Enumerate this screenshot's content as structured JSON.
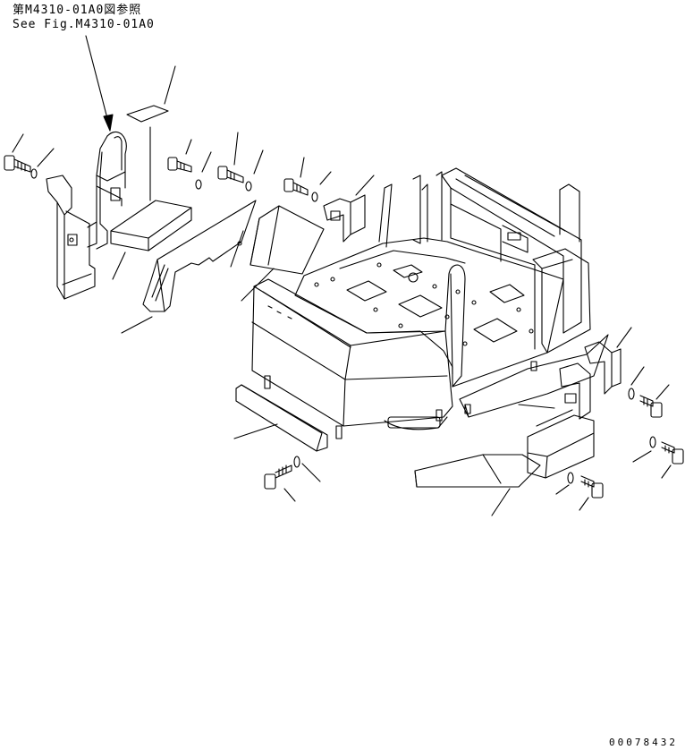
{
  "reference_note": {
    "line_japanese": "第M4310-01A0図参照",
    "line_english": "See Fig.M4310-01A0"
  },
  "drawing_number": "00078432",
  "parts": [
    {
      "name": "bolt"
    },
    {
      "name": "washer"
    },
    {
      "name": "bracket"
    },
    {
      "name": "handrail"
    },
    {
      "name": "plate"
    },
    {
      "name": "cover"
    },
    {
      "name": "panel"
    },
    {
      "name": "floor-frame"
    },
    {
      "name": "step"
    }
  ]
}
